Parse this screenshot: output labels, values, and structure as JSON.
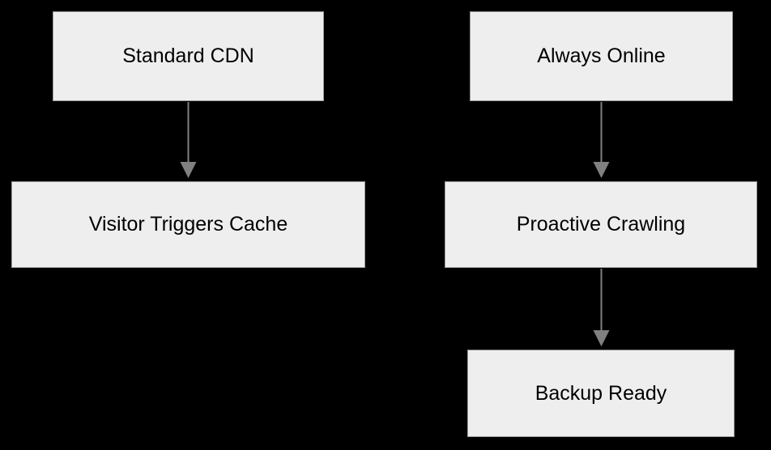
{
  "diagram": {
    "type": "flowchart",
    "colors": {
      "background": "#000000",
      "node_fill": "#eeeeee",
      "node_border": "#999999",
      "arrow": "#808080",
      "text": "#000000"
    },
    "nodes": {
      "standard_cdn": "Standard CDN",
      "visitor_triggers_cache": "Visitor Triggers Cache",
      "always_online": "Always Online",
      "proactive_crawling": "Proactive Crawling",
      "backup_ready": "Backup Ready"
    },
    "edges": [
      {
        "from": "Standard CDN",
        "to": "Visitor Triggers Cache"
      },
      {
        "from": "Always Online",
        "to": "Proactive Crawling"
      },
      {
        "from": "Proactive Crawling",
        "to": "Backup Ready"
      }
    ]
  }
}
